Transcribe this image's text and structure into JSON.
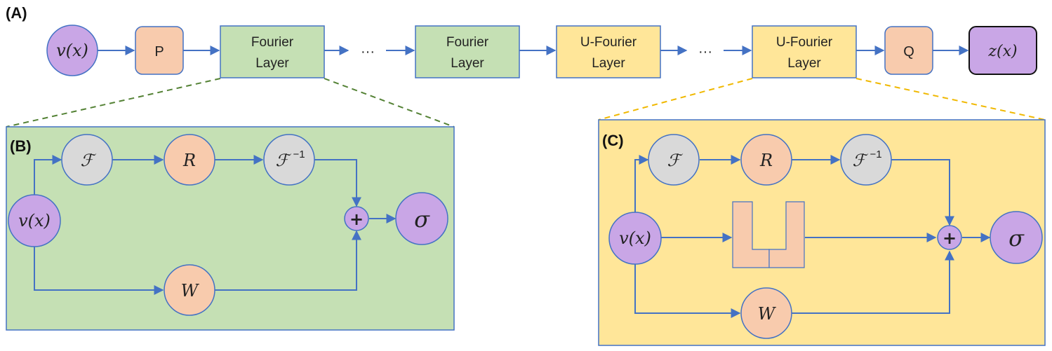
{
  "panel_labels": {
    "a": "(A)",
    "b": "(B)",
    "c": "(C)"
  },
  "top": {
    "input": "v(x)",
    "p": "P",
    "fourier1": [
      "Fourier",
      "Layer"
    ],
    "ellipsis1": "···",
    "fourier2": [
      "Fourier",
      "Layer"
    ],
    "ufourier1": [
      "U-Fourier",
      "Layer"
    ],
    "ellipsis2": "···",
    "ufourier2": [
      "U-Fourier",
      "Layer"
    ],
    "q": "Q",
    "output": "z(x)"
  },
  "fourier_detail": {
    "input": "v(x)",
    "fft": "ℱ",
    "r": "R",
    "ifft": "ℱ",
    "ifft_sup": "−1",
    "w": "W",
    "plus": "+",
    "sigma": "σ"
  },
  "ufourier_detail": {
    "input": "v(x)",
    "fft": "ℱ",
    "r": "R",
    "ifft": "ℱ",
    "ifft_sup": "−1",
    "w": "W",
    "plus": "+",
    "sigma": "σ"
  },
  "colors": {
    "purple": "#c9a6e6",
    "orange": "#f8cbad",
    "green": "#c5e0b4",
    "yellow": "#ffe699",
    "gray": "#d9d9d9",
    "stroke": "#4472c4",
    "green_dash": "#548235",
    "yellow_dash": "#f0b800"
  }
}
